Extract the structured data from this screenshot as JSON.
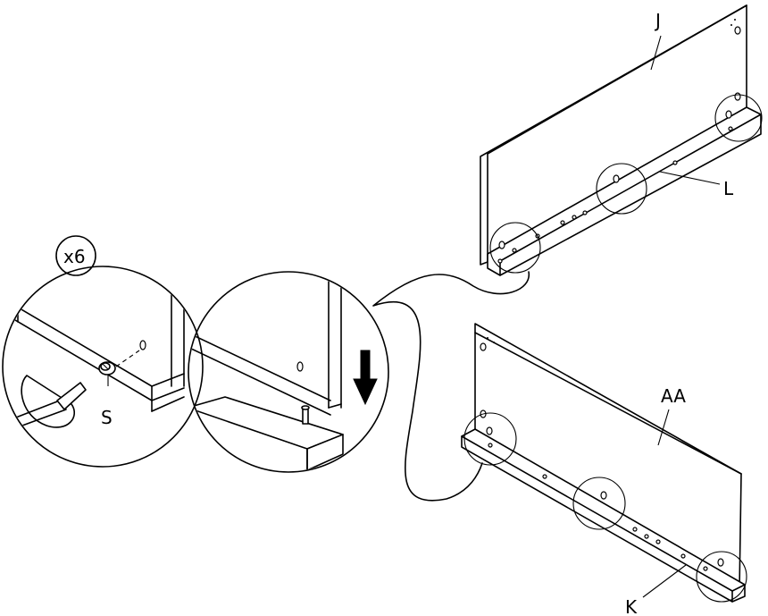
{
  "labels": {
    "quantity": "x6",
    "cam_lock": "S",
    "back_panel_upper": "J",
    "rail_upper": "L",
    "back_panel_lower": "AA",
    "rail_lower": "K"
  },
  "icons": {
    "screwdriver": "screwdriver-icon",
    "arrow": "arrow-down-icon"
  }
}
